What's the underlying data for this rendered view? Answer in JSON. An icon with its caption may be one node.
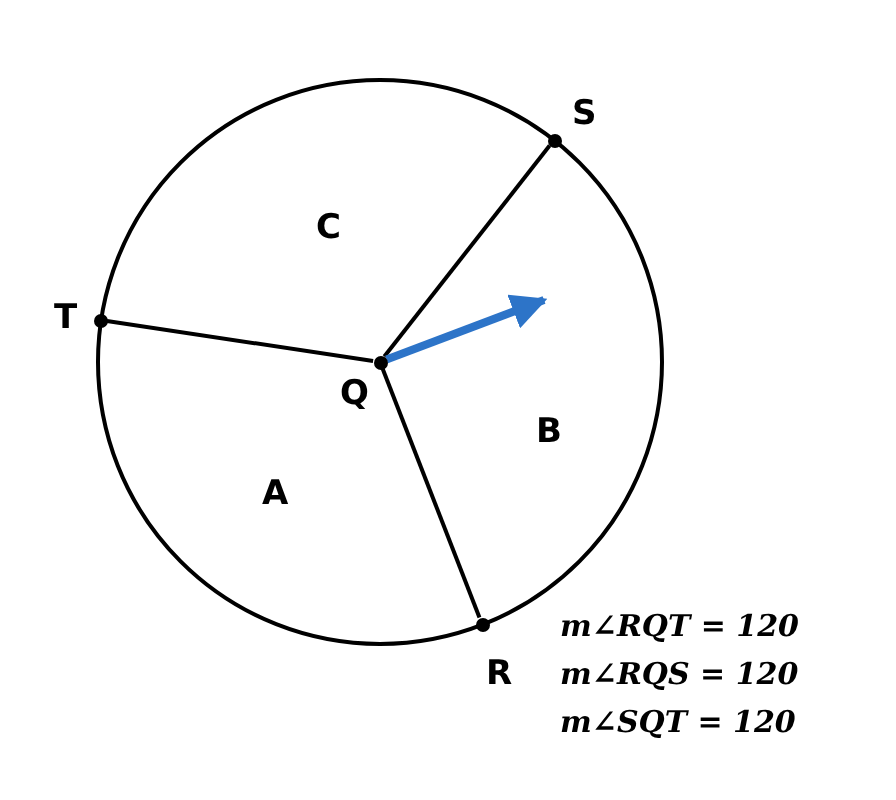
{
  "diagram": {
    "nodes": [
      {
        "text": [],
        "shape": "circle",
        "beside": [
          "Q"
        ]
      },
      {
        "text": [],
        "shape": "circle",
        "beside": [
          "S"
        ]
      },
      {
        "text": [],
        "shape": "circle",
        "beside": [
          "T"
        ]
      },
      {
        "text": [],
        "shape": "circle",
        "beside": [
          "R"
        ]
      }
    ],
    "edges": [
      {
        "from": 0,
        "to": 1,
        "arrow": "none"
      },
      {
        "from": 0,
        "to": 2,
        "arrow": "none"
      },
      {
        "from": 0,
        "to": 3,
        "arrow": "none"
      },
      {
        "from": 0,
        "to": null,
        "arrow": "to",
        "style": "thick",
        "color": "#2d74c8"
      }
    ],
    "labels": [
      "C",
      "B",
      "A",
      "m∠RQT = 120",
      "m∠RQS = 120",
      "m∠SQT = 120"
    ]
  }
}
